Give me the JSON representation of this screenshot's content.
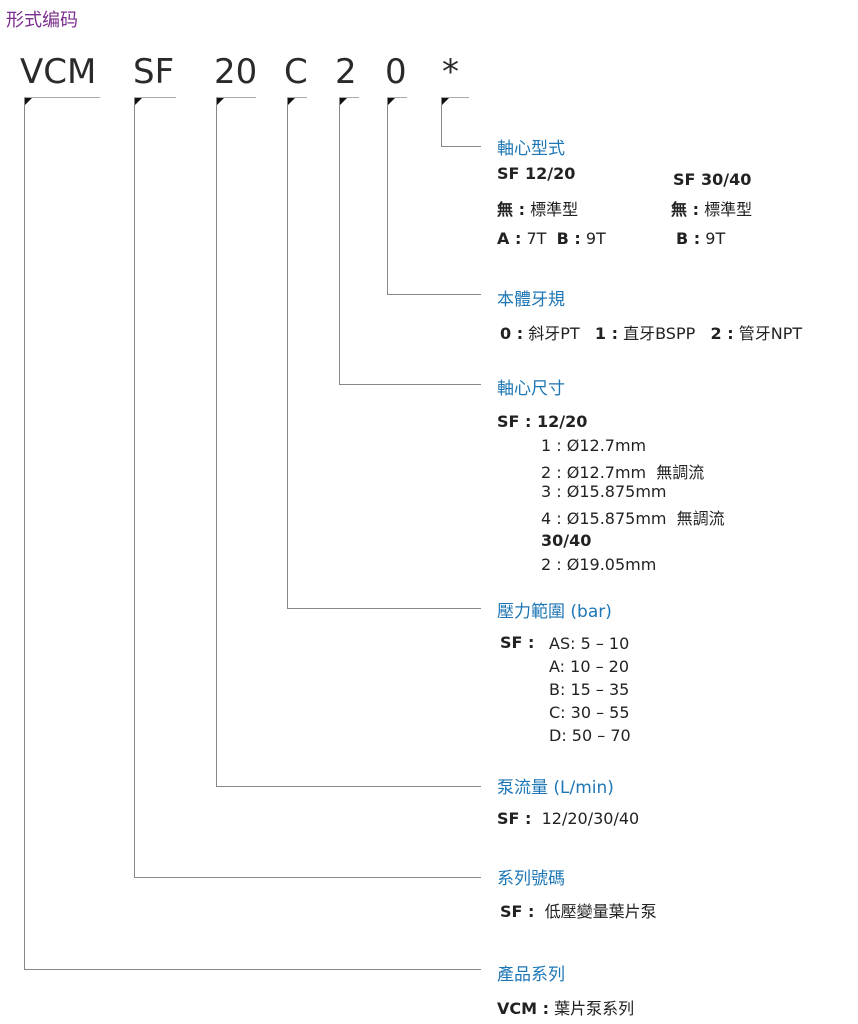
{
  "page_title": "形式编码",
  "code_parts": [
    "VCM",
    "SF",
    "20",
    "C",
    "2",
    "0",
    "*"
  ],
  "sections": {
    "shaft_type": {
      "title": "軸心型式",
      "col1_head": "SF 12/20",
      "col2_head": "SF 30/40",
      "col1_none_key": "無 :",
      "col1_none_val": "標準型",
      "col2_none_key": "無 :",
      "col2_none_val": "標準型",
      "col1_a_key": "A :",
      "col1_a_val": "7T",
      "col1_b_key": "B :",
      "col1_b_val": "9T",
      "col2_b_key": "B :",
      "col2_b_val": "9T"
    },
    "body_thread": {
      "title": "本體牙規",
      "o0_key": "0 :",
      "o0_val": "斜牙PT",
      "o1_key": "1 :",
      "o1_val": "直牙BSPP",
      "o2_key": "2 :",
      "o2_val": "管牙NPT"
    },
    "shaft_size": {
      "title": "軸心尺寸",
      "head": "SF : 12/20",
      "items": [
        "1 : Ø12.7mm",
        "2 : Ø12.7mm  無調流",
        "3 : Ø15.875mm",
        "4 : Ø15.875mm  無調流"
      ],
      "sub_head": "30/40",
      "sub_items": [
        "2 : Ø19.05mm"
      ]
    },
    "pressure": {
      "title": "壓力範圍 (bar)",
      "key": "SF :",
      "items": [
        "AS: 5 – 10",
        "A: 10 – 20",
        "B: 15 – 35",
        "C: 30 – 55",
        "D: 50 – 70"
      ]
    },
    "flow": {
      "title": "泵流量 (L/min)",
      "key": "SF :",
      "val": "12/20/30/40"
    },
    "series_no": {
      "title": "系列號碼",
      "key": "SF :",
      "val": "低壓變量葉片泵"
    },
    "product": {
      "title": "產品系列",
      "key": "VCM :",
      "val": "葉片泵系列"
    }
  }
}
